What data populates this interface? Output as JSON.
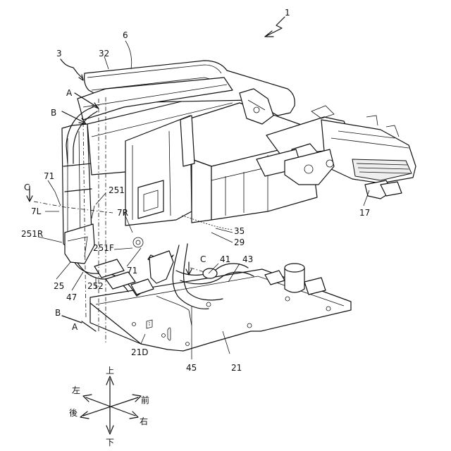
{
  "figure": {
    "labels": {
      "assembly": "1",
      "unit": "3",
      "top_cover": "6",
      "cover_part": "32",
      "section_a_top": "A",
      "section_b_top": "B",
      "section_c_left": "C",
      "part_71_upper": "71",
      "part_7L": "7L",
      "part_251R": "251R",
      "part_251": "251",
      "part_7R": "7R",
      "part_251F": "251F",
      "part_71_lower": "71",
      "part_25": "25",
      "part_47": "47",
      "part_252": "252",
      "section_b_bottom": "B",
      "section_a_bottom": "A",
      "part_21D": "21D",
      "part_45": "45",
      "board": "21",
      "part_35": "35",
      "part_29": "29",
      "section_c_mid": "C",
      "part_41": "41",
      "part_43": "43",
      "part_17": "17"
    },
    "compass": {
      "up": "上",
      "down": "下",
      "left": "左",
      "right": "右",
      "front": "前",
      "rear": "後"
    }
  }
}
